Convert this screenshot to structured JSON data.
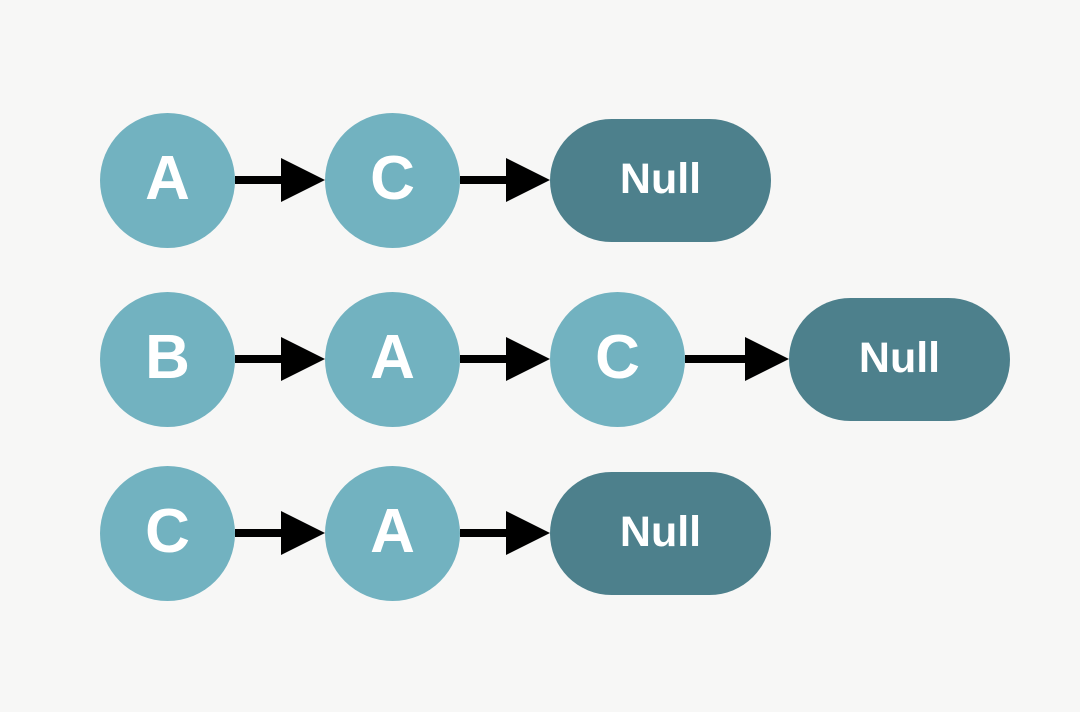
{
  "diagram": {
    "type": "linked-list-chains",
    "background_color": "#f7f7f6",
    "node_color": "#72b2c0",
    "terminal_color": "#4d808c",
    "arrow_color": "#000000",
    "text_color": "#ffffff",
    "chains": [
      {
        "id": "chain-1",
        "nodes": [
          {
            "label": "A",
            "shape": "circle"
          },
          {
            "label": "C",
            "shape": "circle"
          },
          {
            "label": "Null",
            "shape": "pill"
          }
        ],
        "arrows": [
          {
            "shaft": 48,
            "name": "arrow-a-to-c"
          },
          {
            "shaft": 48,
            "name": "arrow-c-to-null"
          }
        ]
      },
      {
        "id": "chain-2",
        "nodes": [
          {
            "label": "B",
            "shape": "circle"
          },
          {
            "label": "A",
            "shape": "circle"
          },
          {
            "label": "C",
            "shape": "circle"
          },
          {
            "label": "Null",
            "shape": "pill"
          }
        ],
        "arrows": [
          {
            "shaft": 48,
            "name": "arrow-b-to-a"
          },
          {
            "shaft": 48,
            "name": "arrow-a-to-c"
          },
          {
            "shaft": 62,
            "name": "arrow-c-to-null"
          }
        ]
      },
      {
        "id": "chain-3",
        "nodes": [
          {
            "label": "C",
            "shape": "circle"
          },
          {
            "label": "A",
            "shape": "circle"
          },
          {
            "label": "Null",
            "shape": "pill"
          }
        ],
        "arrows": [
          {
            "shaft": 48,
            "name": "arrow-c-to-a"
          },
          {
            "shaft": 48,
            "name": "arrow-a-to-null"
          }
        ]
      }
    ]
  }
}
